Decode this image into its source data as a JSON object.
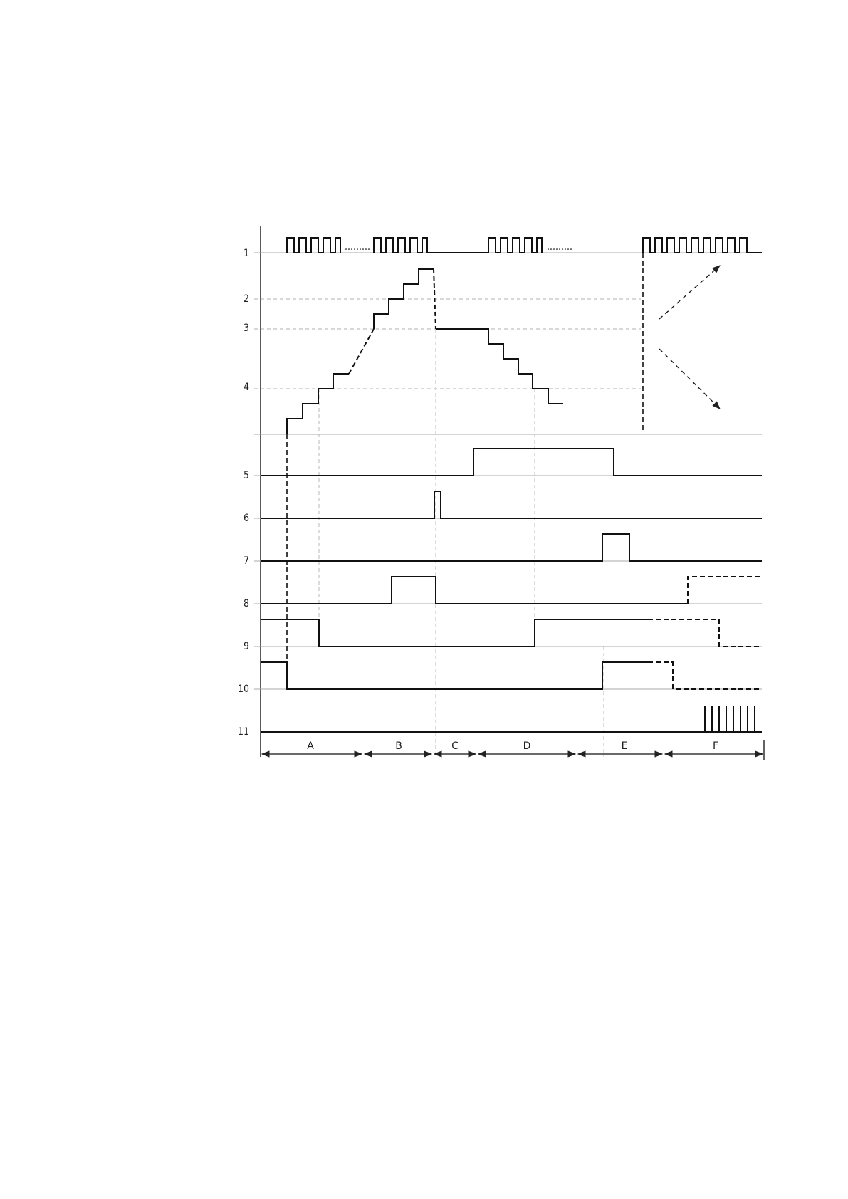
{
  "diagram": {
    "row_labels": [
      "1",
      "2",
      "3",
      "4",
      "5",
      "6",
      "7",
      "8",
      "9",
      "10",
      "11"
    ],
    "segments": [
      "A",
      "B",
      "C",
      "D",
      "E",
      "F"
    ],
    "ellipsis": "........."
  }
}
